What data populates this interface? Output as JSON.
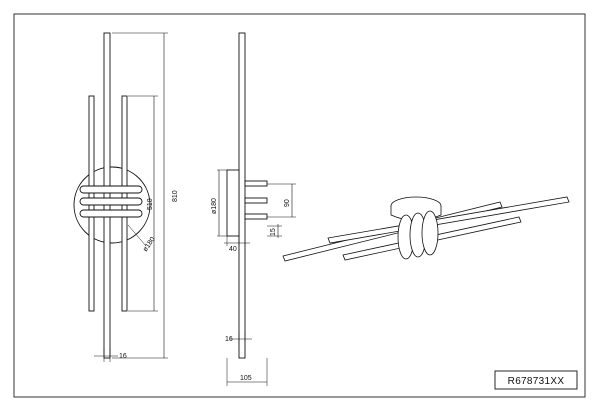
{
  "title_block": {
    "code": "R678731XX"
  },
  "front_view": {
    "dim_810": "810",
    "dim_510": "510",
    "dim_180": "ø180",
    "dim_16": "16"
  },
  "side_view": {
    "dim_180": "ø180",
    "dim_90": "90",
    "dim_15": "15",
    "dim_40": "40",
    "dim_16": "16",
    "dim_105": "105"
  },
  "colors": {
    "line": "#111111",
    "frame": "#333333",
    "background": "#ffffff"
  }
}
